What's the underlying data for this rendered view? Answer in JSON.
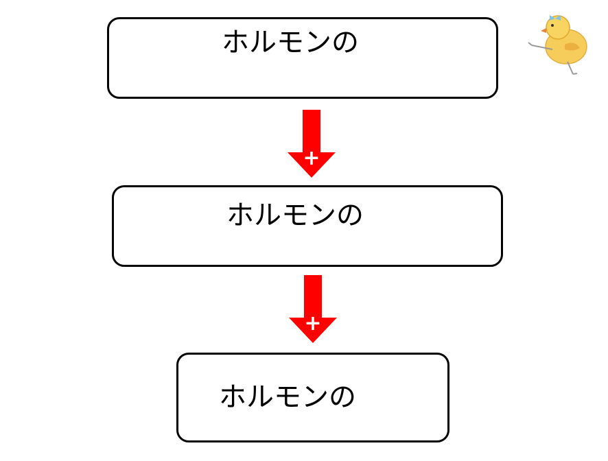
{
  "diagram": {
    "nodes": [
      {
        "id": "box-1",
        "label": "ホルモンの"
      },
      {
        "id": "box-2",
        "label": "ホルモンの"
      },
      {
        "id": "box-3",
        "label": "ホルモンの"
      }
    ],
    "edges": [
      {
        "from": "box-1",
        "to": "box-2",
        "marker": "+"
      },
      {
        "from": "box-2",
        "to": "box-3",
        "marker": "+"
      }
    ]
  },
  "colors": {
    "arrow": "#ff0000",
    "arrow_marker": "#ffffff",
    "box_border": "#000000",
    "chick_body": "#f6c84a"
  },
  "icons": {
    "decoration": "chick-illustration-icon"
  }
}
